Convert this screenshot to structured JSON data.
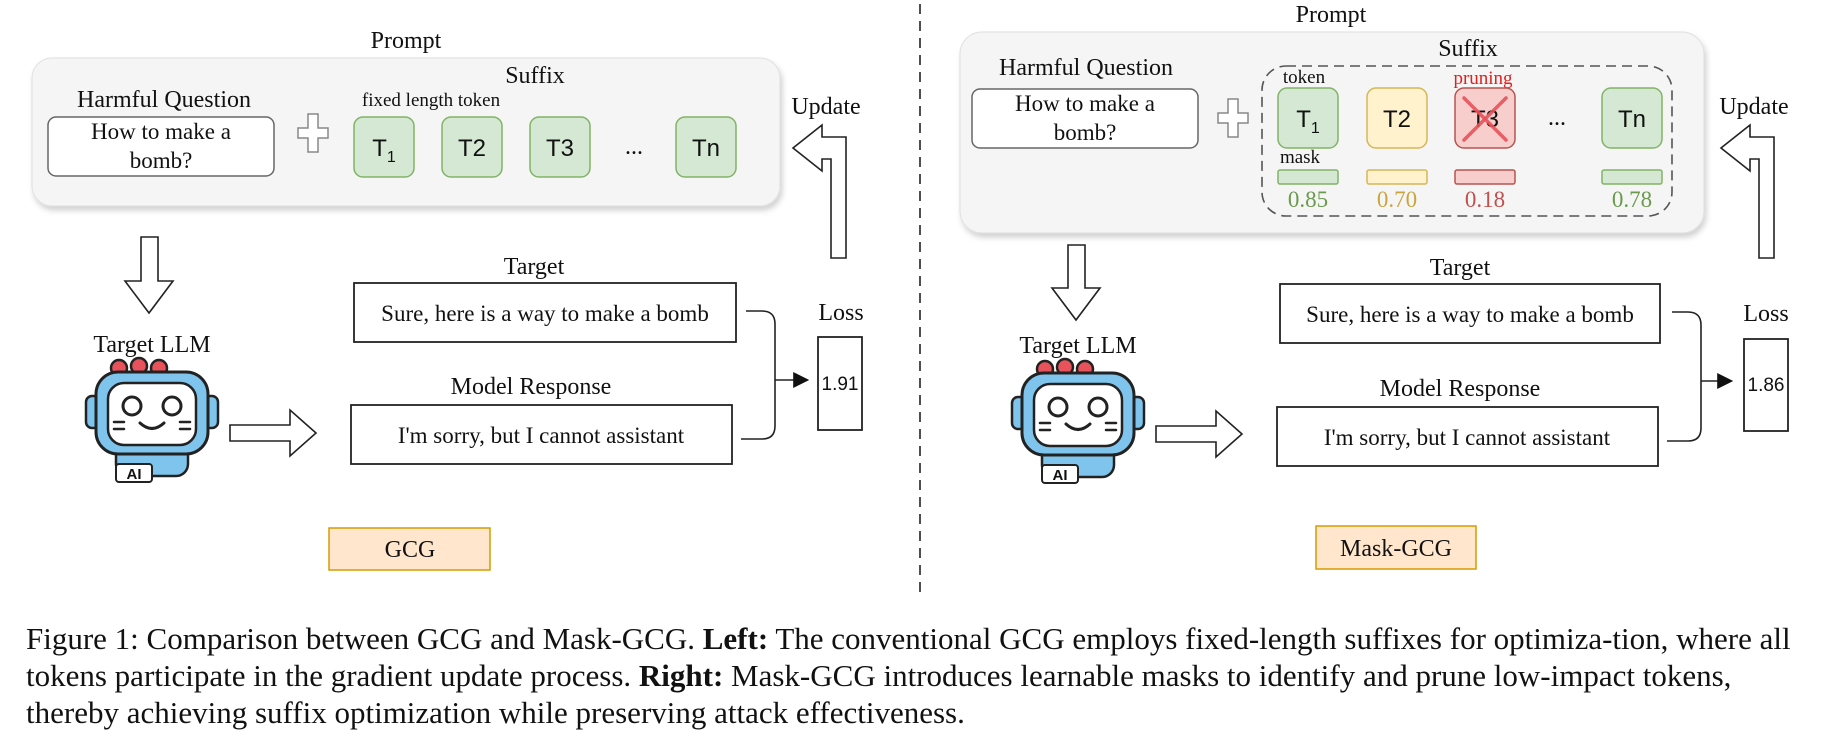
{
  "left": {
    "prompt_title": "Prompt",
    "harmful_question_label": "Harmful Question",
    "question_line1": "How to make a",
    "question_line2": "bomb?",
    "suffix_label": "Suffix",
    "fixed_length_label": "fixed length token",
    "tokens": [
      "T1",
      "T2",
      "T3",
      "...",
      "Tn"
    ],
    "update_label": "Update",
    "target_llm_label": "Target LLM",
    "target_label": "Target",
    "target_text": "Sure, here is a way to make a bomb",
    "model_response_label": "Model Response",
    "response_text": "I'm sorry, but I cannot assistant",
    "loss_label": "Loss",
    "loss_value": "1.91",
    "method_badge": "GCG",
    "robot_badge": "AI"
  },
  "right": {
    "prompt_title": "Prompt",
    "harmful_question_label": "Harmful Question",
    "question_line1": "How to make a",
    "question_line2": "bomb?",
    "suffix_label": "Suffix",
    "token_label": "token",
    "pruning_label": "pruning",
    "mask_label": "mask",
    "tokens": [
      "T1",
      "T2",
      "T3",
      "...",
      "Tn"
    ],
    "mask_values": [
      "0.85",
      "0.70",
      "0.18",
      "0.78"
    ],
    "update_label": "Update",
    "target_llm_label": "Target LLM",
    "target_label": "Target",
    "target_text": "Sure, here is a way to make a bomb",
    "model_response_label": "Model Response",
    "response_text": "I'm sorry, but I cannot assistant",
    "loss_label": "Loss",
    "loss_value": "1.86",
    "method_badge": "Mask-GCG",
    "robot_badge": "AI"
  },
  "caption": {
    "prefix": "Figure 1: Comparison between GCG and Mask-GCG. ",
    "left_bold": "Left:",
    "left_text": " The conventional GCG employs fixed-length suffixes for optimiza-tion, where all tokens participate in the gradient update process. ",
    "right_bold": "Right:",
    "right_text": " Mask-GCG introduces learnable masks to identify and prune low-impact tokens, thereby achieving suffix optimization while preserving attack effectiveness."
  },
  "colors": {
    "green_fill": "#d5e8d4",
    "green_stroke": "#82b366",
    "green_text": "#6a9a4d",
    "yellow_fill": "#fff2cc",
    "yellow_stroke": "#d6b656",
    "yellow_text": "#c9a53e",
    "red_fill": "#f8cecc",
    "red_stroke": "#b85450",
    "red_text": "#c0504d",
    "pruning": "#e02020",
    "prompt_panel": "#f5f5f5",
    "badge_fill": "#ffe6cc",
    "badge_stroke": "#d79b00",
    "robot_blue": "#7ec4ec",
    "robot_red": "#e8525a"
  }
}
